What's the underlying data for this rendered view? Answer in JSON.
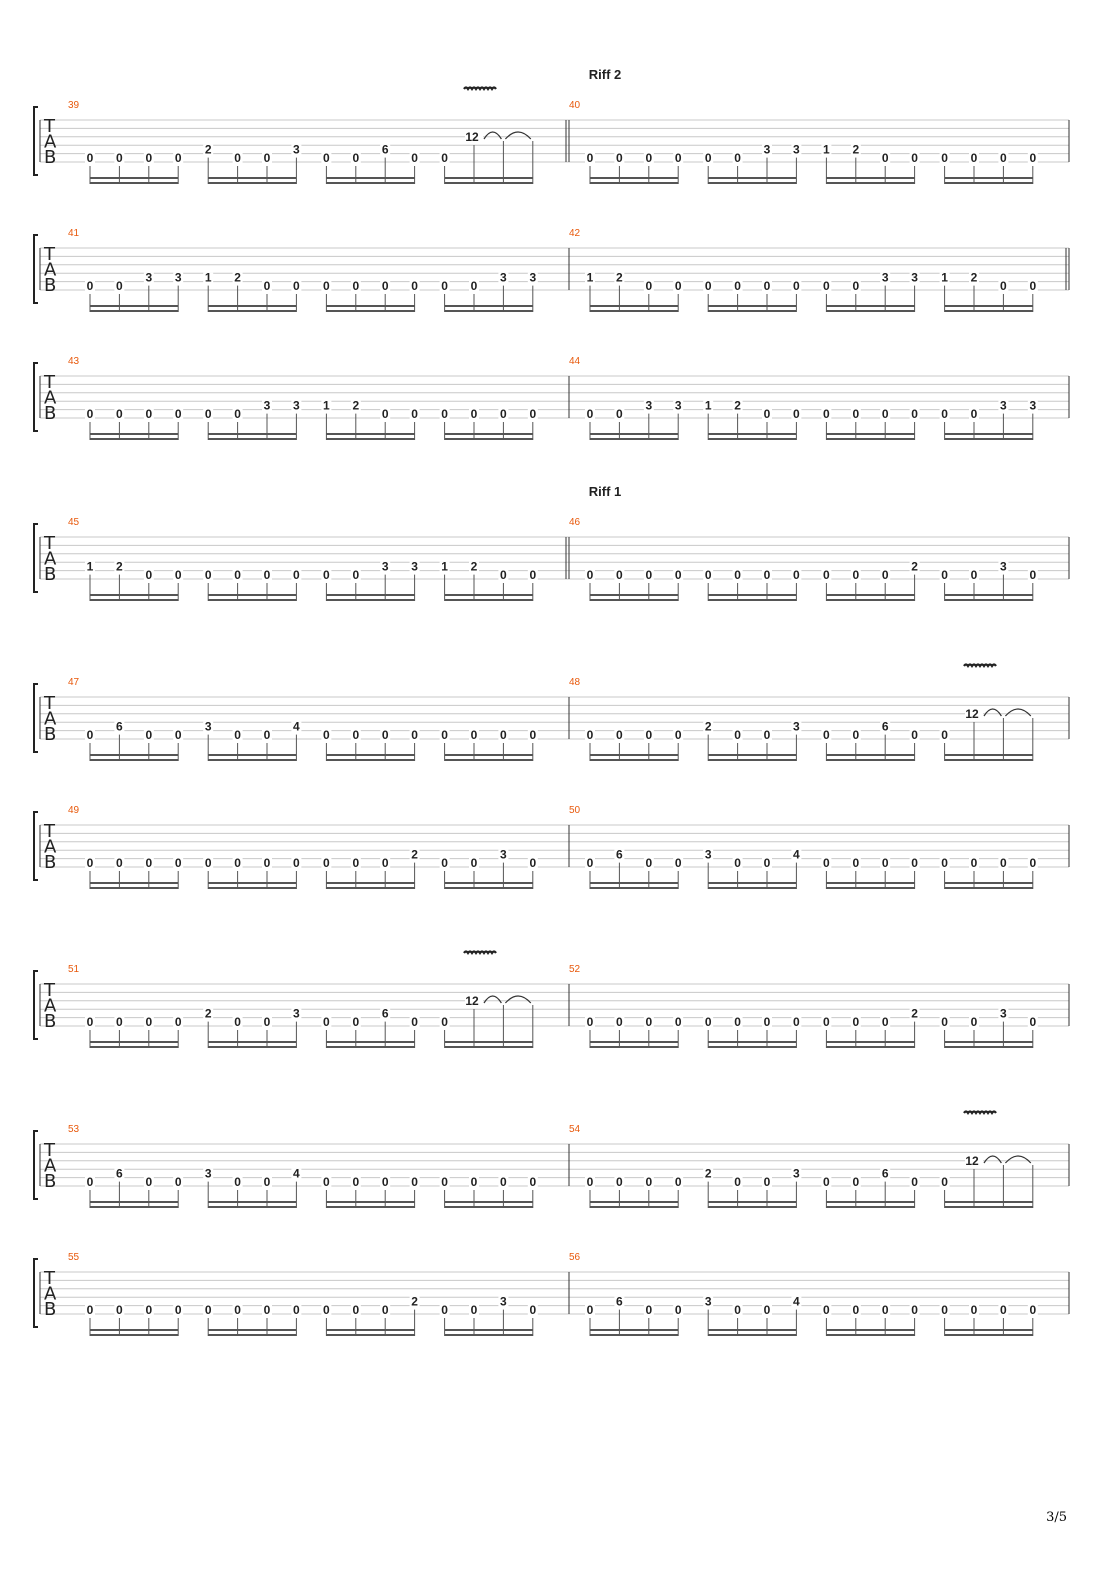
{
  "page": {
    "page_number": "3/5"
  },
  "colors": {
    "measure_number": "#e8590c",
    "staff_line": "#c8c8c8",
    "note": "#222222",
    "beam": "#555555"
  },
  "tab_clef": [
    "T",
    "A",
    "B"
  ],
  "systems": [
    {
      "section": "Riff 2",
      "vibrato": "first",
      "measures": [
        {
          "number": "39",
          "double_bar_end": true,
          "notes": [
            "0",
            "0",
            "0",
            "0",
            "2",
            "0",
            "0",
            "3",
            "0",
            "0",
            "6",
            "0",
            "0",
            "12",
            "",
            ""
          ],
          "bend_start": 13
        },
        {
          "number": "40",
          "double_bar_start": true,
          "notes": [
            "0",
            "0",
            "0",
            "0",
            "0",
            "0",
            "3",
            "3",
            "1",
            "2",
            "0",
            "0",
            "0",
            "0",
            "0",
            "0"
          ]
        }
      ]
    },
    {
      "measures": [
        {
          "number": "41",
          "notes": [
            "0",
            "0",
            "3",
            "3",
            "1",
            "2",
            "0",
            "0",
            "0",
            "0",
            "0",
            "0",
            "0",
            "0",
            "3",
            "3"
          ]
        },
        {
          "number": "42",
          "double_bar_end": true,
          "notes": [
            "1",
            "2",
            "0",
            "0",
            "0",
            "0",
            "0",
            "0",
            "0",
            "0",
            "3",
            "3",
            "1",
            "2",
            "0",
            "0"
          ]
        }
      ]
    },
    {
      "measures": [
        {
          "number": "43",
          "notes": [
            "0",
            "0",
            "0",
            "0",
            "0",
            "0",
            "3",
            "3",
            "1",
            "2",
            "0",
            "0",
            "0",
            "0",
            "0",
            "0"
          ]
        },
        {
          "number": "44",
          "notes": [
            "0",
            "0",
            "3",
            "3",
            "1",
            "2",
            "0",
            "0",
            "0",
            "0",
            "0",
            "0",
            "0",
            "0",
            "3",
            "3"
          ]
        }
      ]
    },
    {
      "section": "Riff 1",
      "measures": [
        {
          "number": "45",
          "double_bar_end": true,
          "notes": [
            "1",
            "2",
            "0",
            "0",
            "0",
            "0",
            "0",
            "0",
            "0",
            "0",
            "3",
            "3",
            "1",
            "2",
            "0",
            "0"
          ]
        },
        {
          "number": "46",
          "double_bar_start": true,
          "notes": [
            "0",
            "0",
            "0",
            "0",
            "0",
            "0",
            "0",
            "0",
            "0",
            "0",
            "0",
            "2",
            "0",
            "0",
            "3",
            "0"
          ]
        }
      ]
    },
    {
      "vibrato": "second",
      "measures": [
        {
          "number": "47",
          "notes": [
            "0",
            "6",
            "0",
            "0",
            "3",
            "0",
            "0",
            "4",
            "0",
            "0",
            "0",
            "0",
            "0",
            "0",
            "0",
            "0"
          ]
        },
        {
          "number": "48",
          "notes": [
            "0",
            "0",
            "0",
            "0",
            "2",
            "0",
            "0",
            "3",
            "0",
            "0",
            "6",
            "0",
            "0",
            "12",
            "",
            ""
          ],
          "bend_start": 13
        }
      ]
    },
    {
      "measures": [
        {
          "number": "49",
          "notes": [
            "0",
            "0",
            "0",
            "0",
            "0",
            "0",
            "0",
            "0",
            "0",
            "0",
            "0",
            "2",
            "0",
            "0",
            "3",
            "0"
          ]
        },
        {
          "number": "50",
          "notes": [
            "0",
            "6",
            "0",
            "0",
            "3",
            "0",
            "0",
            "4",
            "0",
            "0",
            "0",
            "0",
            "0",
            "0",
            "0",
            "0"
          ]
        }
      ]
    },
    {
      "vibrato": "first",
      "measures": [
        {
          "number": "51",
          "notes": [
            "0",
            "0",
            "0",
            "0",
            "2",
            "0",
            "0",
            "3",
            "0",
            "0",
            "6",
            "0",
            "0",
            "12",
            "",
            ""
          ],
          "bend_start": 13
        },
        {
          "number": "52",
          "notes": [
            "0",
            "0",
            "0",
            "0",
            "0",
            "0",
            "0",
            "0",
            "0",
            "0",
            "0",
            "2",
            "0",
            "0",
            "3",
            "0"
          ]
        }
      ]
    },
    {
      "vibrato": "second",
      "measures": [
        {
          "number": "53",
          "notes": [
            "0",
            "6",
            "0",
            "0",
            "3",
            "0",
            "0",
            "4",
            "0",
            "0",
            "0",
            "0",
            "0",
            "0",
            "0",
            "0"
          ]
        },
        {
          "number": "54",
          "notes": [
            "0",
            "0",
            "0",
            "0",
            "2",
            "0",
            "0",
            "3",
            "0",
            "0",
            "6",
            "0",
            "0",
            "12",
            "",
            ""
          ],
          "bend_start": 13
        }
      ]
    },
    {
      "measures": [
        {
          "number": "55",
          "notes": [
            "0",
            "0",
            "0",
            "0",
            "0",
            "0",
            "0",
            "0",
            "0",
            "0",
            "0",
            "2",
            "0",
            "0",
            "3",
            "0"
          ]
        },
        {
          "number": "56",
          "notes": [
            "0",
            "6",
            "0",
            "0",
            "3",
            "0",
            "0",
            "4",
            "0",
            "0",
            "0",
            "0",
            "0",
            "0",
            "0",
            "0"
          ]
        }
      ]
    }
  ]
}
